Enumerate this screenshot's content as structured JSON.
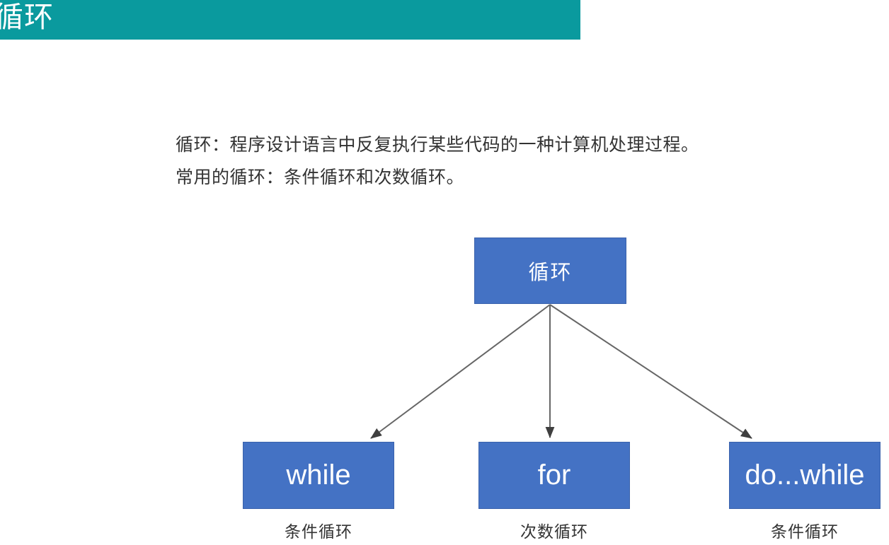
{
  "slide": {
    "title": "循环",
    "banner_color": "#0a9a9e",
    "background_color": "#ffffff"
  },
  "body": {
    "lines": [
      "循环：程序设计语言中反复执行某些代码的一种计算机处理过程。",
      "常用的循环：条件循环和次数循环。"
    ]
  },
  "diagram": {
    "box_fill": "#4472c4",
    "box_border": "#3a62ac",
    "arrow_color": "#595959",
    "root": {
      "label": "循环"
    },
    "children": [
      {
        "label": "while",
        "caption": "条件循环"
      },
      {
        "label": "for",
        "caption": "次数循环"
      },
      {
        "label": "do...while",
        "caption": "条件循环"
      }
    ]
  }
}
